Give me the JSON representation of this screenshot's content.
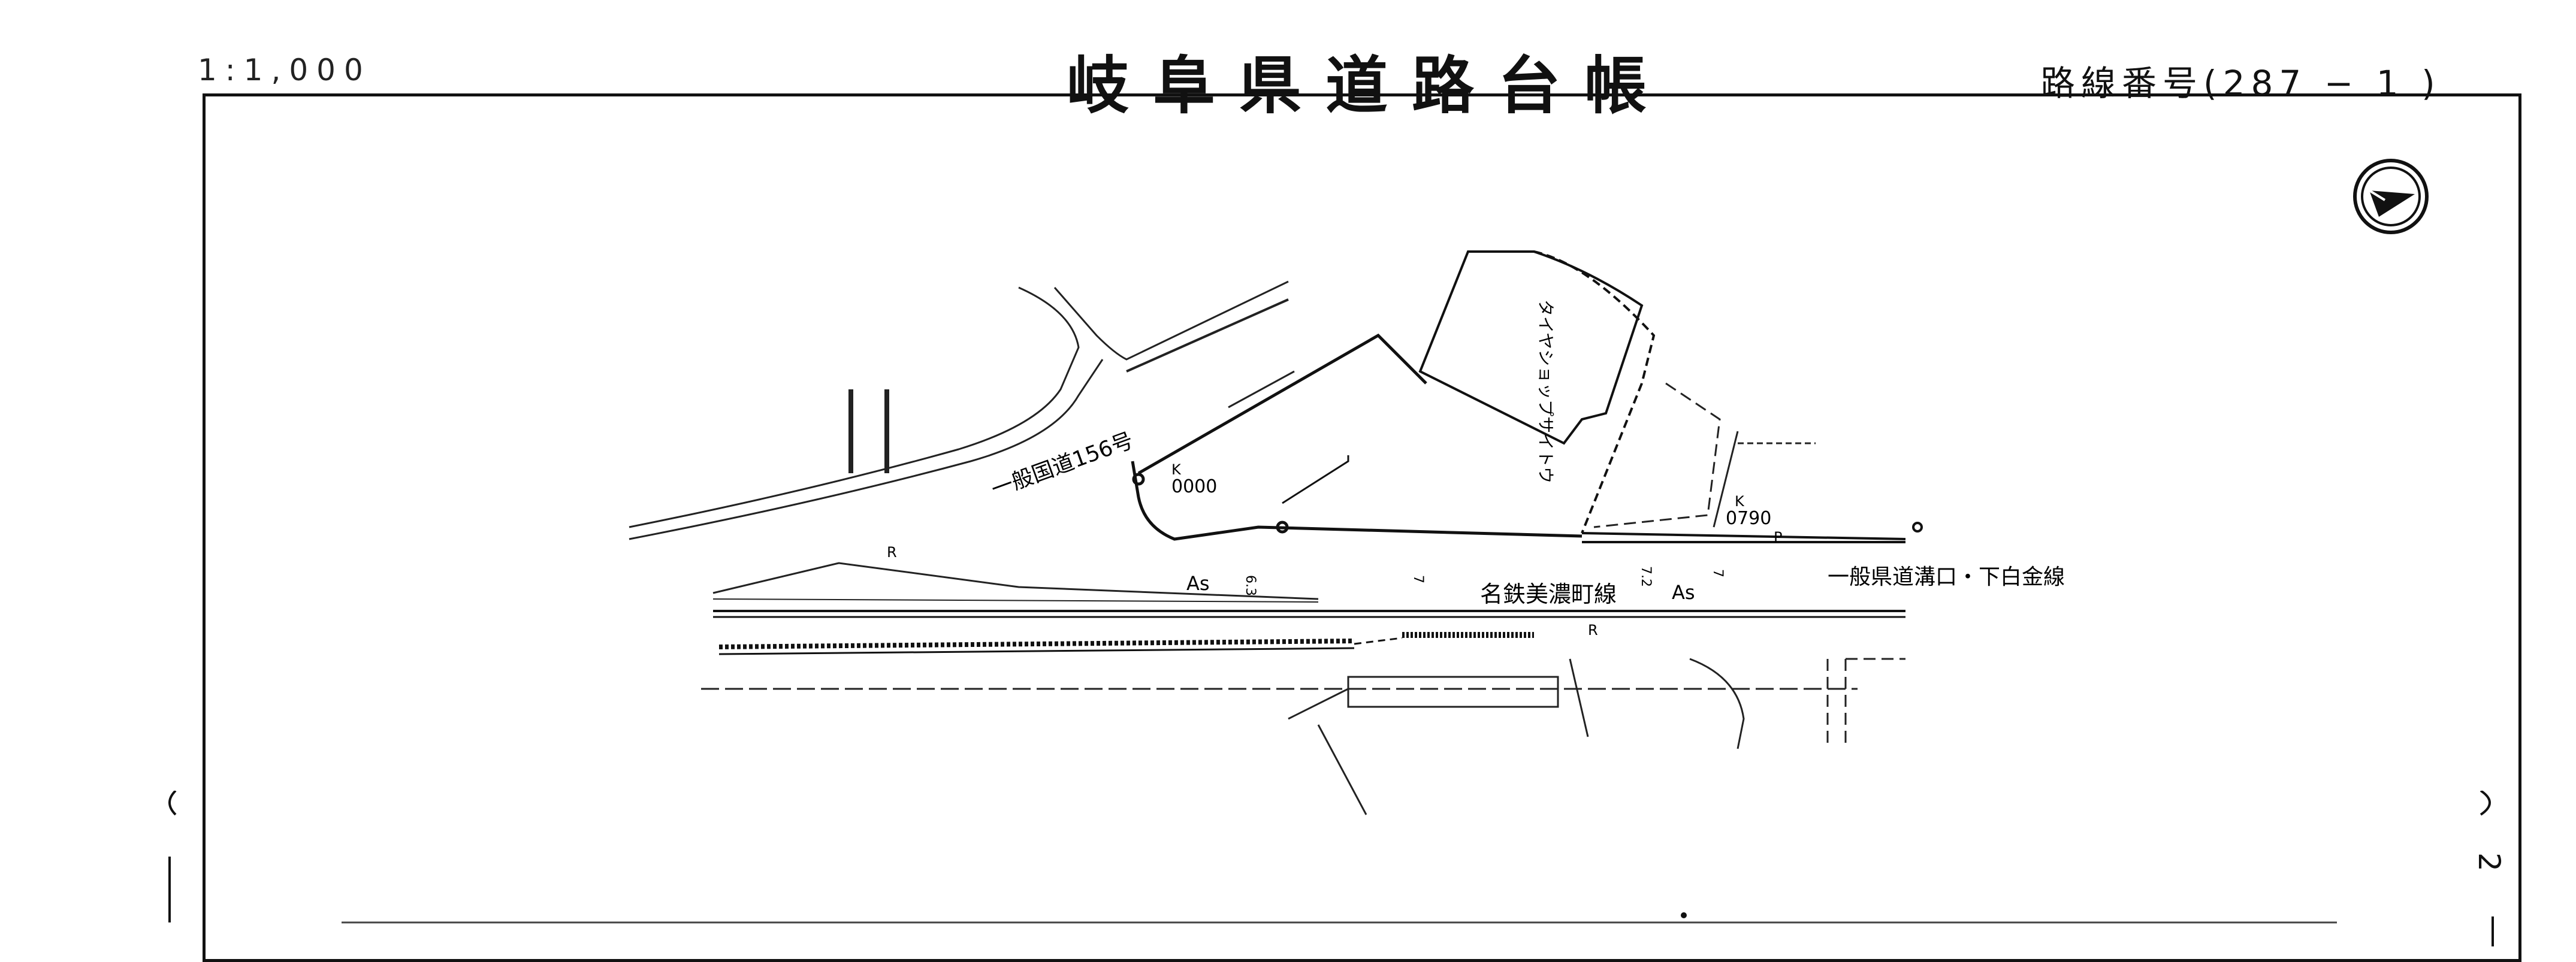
{
  "header": {
    "scale": "1:1,000",
    "title": "岐阜県道路台帳",
    "route_number": "路線番号(287 − 1 )"
  },
  "map": {
    "north_arrow_icon": "north-arrow-icon",
    "labels": {
      "national_road": "一般国道156号",
      "railway": "名鉄美濃町線",
      "prefectural_road": "一般県道溝口・下白金線",
      "shop": "タイヤショップサイトウ",
      "km_start": "0000",
      "km_end": "0790",
      "k_marker": "K",
      "as_label": "As",
      "r_marker": "R",
      "p_marker": "P",
      "dim_63": "6.3",
      "dim_7": "7",
      "dim_72": "7.2",
      "dim_7b": "7"
    }
  },
  "footer": {
    "right_margin": "2"
  },
  "colors": {
    "ink": "#111111",
    "paper": "#ffffff"
  }
}
